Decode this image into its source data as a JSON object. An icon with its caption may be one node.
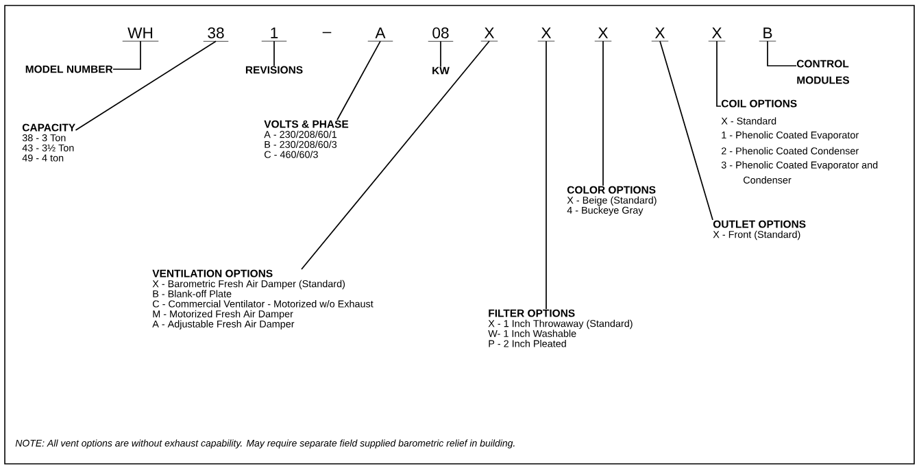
{
  "diagram": {
    "nodes": [
      {
        "text": [
          "WH"
        ]
      },
      {
        "text": [
          "38"
        ]
      },
      {
        "text": [
          "1"
        ]
      },
      {
        "text": [
          "A"
        ]
      },
      {
        "text": [
          "08"
        ]
      },
      {
        "text": [
          "X"
        ]
      },
      {
        "text": [
          "X"
        ]
      },
      {
        "text": [
          "X"
        ]
      },
      {
        "text": [
          "X"
        ]
      },
      {
        "text": [
          "X"
        ]
      },
      {
        "text": [
          "B"
        ]
      },
      {
        "text": [
          "MODEL NUMBER"
        ]
      },
      {
        "text": [
          "REVISIONS"
        ]
      },
      {
        "text": [
          "KW"
        ]
      },
      {
        "text": [
          "CONTROL MODULES"
        ]
      },
      {
        "text": [
          "COIL OPTIONS",
          "X - Standard",
          "1 - Phenolic Coated Evaporator",
          "2 - Phenolic Coated Condenser",
          "3 - Phenolic Coated Evaporator and Condenser"
        ]
      },
      {
        "text": [
          "CAPACITY",
          "38 - 3 Ton",
          "43 - 3½ Ton",
          "49 - 4 ton"
        ]
      },
      {
        "text": [
          "VOLTS & PHASE",
          "A - 230/208/60/1",
          "B - 230/208/60/3",
          "C - 460/60/3"
        ]
      },
      {
        "text": [
          "COLOR OPTIONS",
          "X - Beige (Standard)",
          "4 - Buckeye Gray"
        ]
      },
      {
        "text": [
          "OUTLET OPTIONS",
          "X - Front (Standard)"
        ]
      },
      {
        "text": [
          "VENTILATION OPTIONS",
          "X - Barometric Fresh Air Damper (Standard)",
          "B - Blank-off Plate",
          "C - Commercial Ventilator - Motorized w/o Exhaust",
          "M - Motorized Fresh Air Damper",
          "A - Adjustable Fresh Air Damper"
        ]
      },
      {
        "text": [
          "FILTER OPTIONS",
          "X - 1 Inch Throwaway (Standard)",
          "W- 1 Inch Washable",
          "P - 2 Inch Pleated"
        ]
      }
    ],
    "edges": [
      {
        "from": 0,
        "to": 11,
        "arrow": "none"
      },
      {
        "from": 1,
        "to": 16,
        "arrow": "none"
      },
      {
        "from": 2,
        "to": 12,
        "arrow": "none"
      },
      {
        "from": 3,
        "to": 17,
        "arrow": "none"
      },
      {
        "from": 4,
        "to": 13,
        "arrow": "none"
      },
      {
        "from": 5,
        "to": 20,
        "arrow": "none"
      },
      {
        "from": 6,
        "to": 21,
        "arrow": "none"
      },
      {
        "from": 7,
        "to": 18,
        "arrow": "none"
      },
      {
        "from": 8,
        "to": 19,
        "arrow": "none"
      },
      {
        "from": 9,
        "to": 15,
        "arrow": "none"
      },
      {
        "from": 10,
        "to": 14,
        "arrow": "none"
      }
    ],
    "labels": [
      "–",
      "NOTE:  All vent options are without exhaust capability.  May require separate field supplied barometric relief in building."
    ]
  }
}
